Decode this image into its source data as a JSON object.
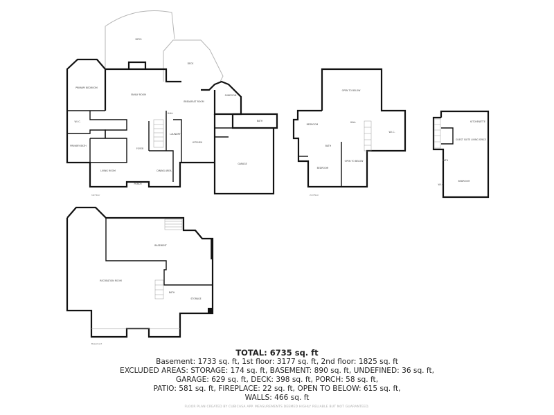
{
  "floors": {
    "first": {
      "label": "1st floor",
      "rooms": [
        "PATIO",
        "DECK",
        "PRIMARY BEDROOM",
        "FAMILY ROOM",
        "BREAKFAST ROOM",
        "SUNROOM",
        "HALL",
        "BATH",
        "W.I.C.",
        "PRIMARY BATH",
        "FOYER",
        "LAUNDRY",
        "KITCHEN",
        "GARAGE",
        "LIVING ROOM",
        "DINING AREA",
        "PORCH"
      ]
    },
    "second": {
      "label": "2nd floor",
      "rooms": [
        "OPEN TO BELOW",
        "BEDROOM",
        "HALL",
        "W.I.C.",
        "BATH",
        "BEDROOM",
        "OPEN TO BELOW"
      ]
    },
    "suite": {
      "rooms": [
        "KITCHENETTE",
        "GUEST SUITE LIVING SPACE",
        "BATH",
        "BEDROOM",
        "W.I.C."
      ]
    },
    "basement": {
      "label": "Basement",
      "rooms": [
        "BASEMENT",
        "RECREATION ROOM",
        "BATH",
        "STORAGE"
      ]
    }
  },
  "summary": {
    "total": "TOTAL: 6735 sq. ft",
    "line1": "Basement: 1733 sq. ft, 1st floor: 3177 sq. ft, 2nd floor: 1825 sq. ft",
    "line2": "EXCLUDED AREAS: STORAGE: 174 sq. ft, BASEMENT: 890 sq. ft, UNDEFINED: 36 sq. ft,",
    "line3": "GARAGE: 629 sq. ft, DECK: 398 sq. ft, PORCH: 58 sq. ft,",
    "line4": "PATIO: 581 sq. ft, FIREPLACE: 22 sq. ft, OPEN TO BELOW: 615 sq. ft,",
    "line5": "WALLS: 466 sq. ft",
    "footnote": "FLOOR PLAN CREATED BY CUBICASA APP. MEASUREMENTS DEEMED HIGHLY RELIABLE BUT NOT GUARANTEED."
  }
}
